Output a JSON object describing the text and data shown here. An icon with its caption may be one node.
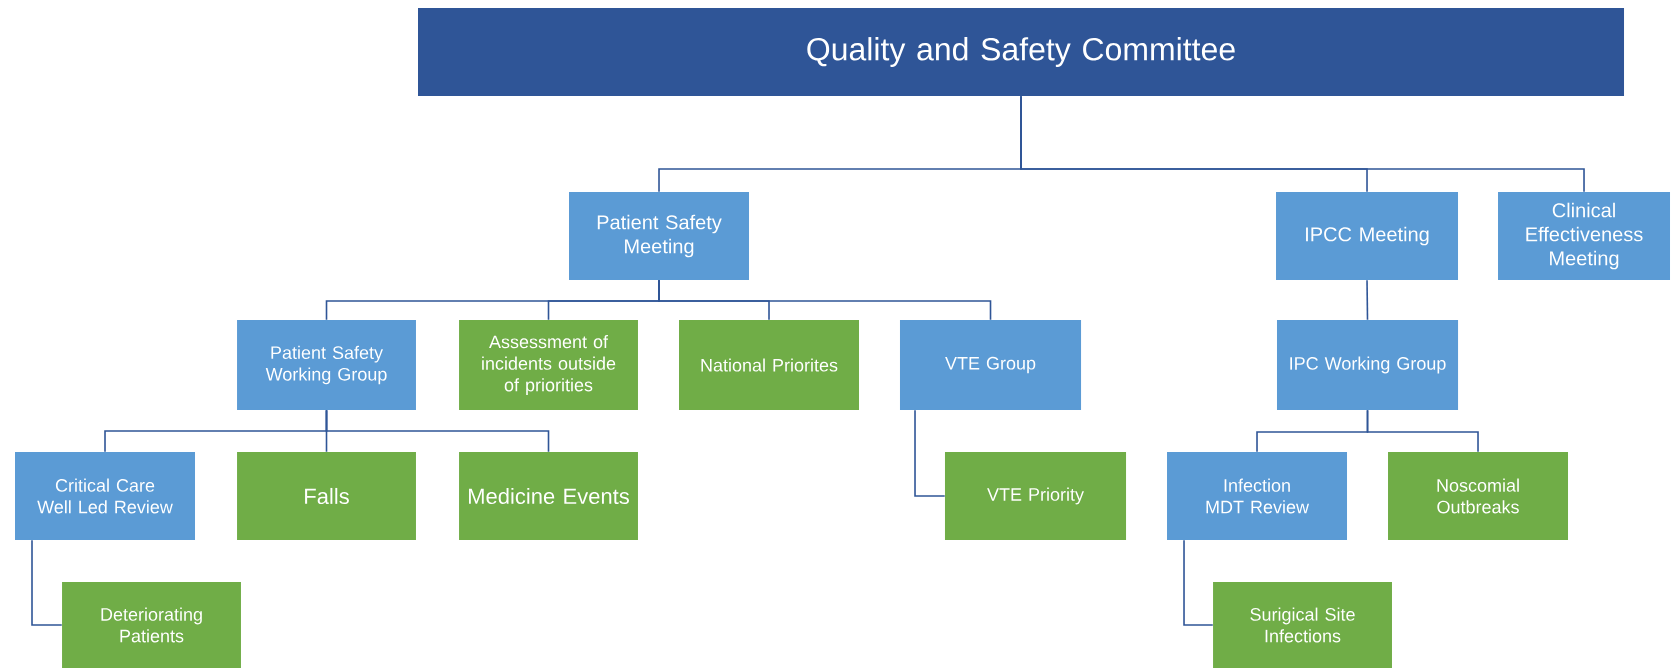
{
  "diagram": {
    "nodes": [
      {
        "text": [
          "Quality and Safety Committee"
        ]
      },
      {
        "text": [
          "Patient Safety Meeting"
        ]
      },
      {
        "text": [
          "IPCC Meeting"
        ]
      },
      {
        "text": [
          "Clinical Effectiveness Meeting"
        ]
      },
      {
        "text": [
          "Patient Safety Working Group"
        ]
      },
      {
        "text": [
          "Assessment of incidents outside of priorities"
        ]
      },
      {
        "text": [
          "National Priorites"
        ]
      },
      {
        "text": [
          "VTE Group"
        ]
      },
      {
        "text": [
          "IPC Working Group"
        ]
      },
      {
        "text": [
          "Critical Care Well Led Review"
        ]
      },
      {
        "text": [
          "Falls"
        ]
      },
      {
        "text": [
          "Medicine Events"
        ]
      },
      {
        "text": [
          "VTE Priority"
        ]
      },
      {
        "text": [
          "Infection MDT Review"
        ]
      },
      {
        "text": [
          "Noscomial Outbreaks"
        ]
      },
      {
        "text": [
          "Deteriorating Patients"
        ]
      },
      {
        "text": [
          "Surigical Site Infections"
        ]
      }
    ],
    "edges": [
      {
        "from": 0,
        "to": 1,
        "arrow": "none"
      },
      {
        "from": 0,
        "to": 2,
        "arrow": "none"
      },
      {
        "from": 0,
        "to": 3,
        "arrow": "none"
      },
      {
        "from": 1,
        "to": 4,
        "arrow": "none"
      },
      {
        "from": 1,
        "to": 5,
        "arrow": "none"
      },
      {
        "from": 1,
        "to": 6,
        "arrow": "none"
      },
      {
        "from": 1,
        "to": 7,
        "arrow": "none"
      },
      {
        "from": 2,
        "to": 8,
        "arrow": "none"
      },
      {
        "from": 4,
        "to": 9,
        "arrow": "none"
      },
      {
        "from": 4,
        "to": 10,
        "arrow": "none"
      },
      {
        "from": 4,
        "to": 11,
        "arrow": "none"
      },
      {
        "from": 7,
        "to": 12,
        "arrow": "none"
      },
      {
        "from": 8,
        "to": 13,
        "arrow": "none"
      },
      {
        "from": 8,
        "to": 14,
        "arrow": "none"
      },
      {
        "from": 9,
        "to": 15,
        "arrow": "none"
      },
      {
        "from": 13,
        "to": 16,
        "arrow": "none"
      }
    ]
  }
}
